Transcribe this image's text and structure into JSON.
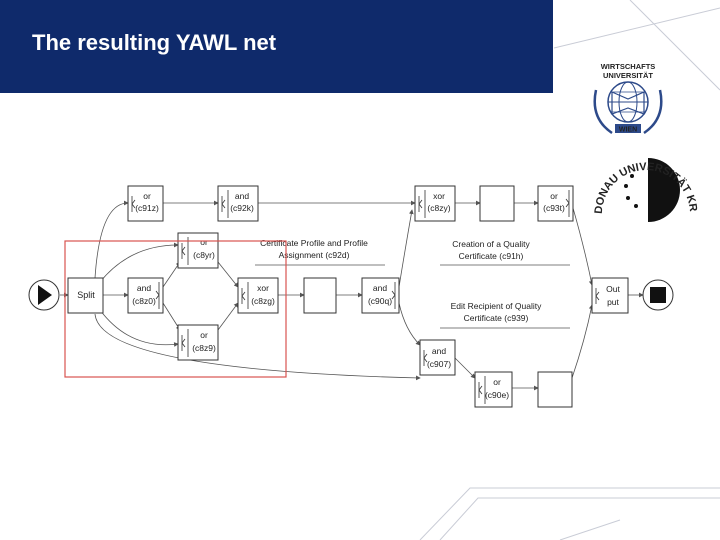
{
  "title": "The resulting YAWL net",
  "logos": {
    "wu": {
      "line1": "WIRTSCHAFTS",
      "line2": "UNIVERSITÄT",
      "banner": "WIEN"
    },
    "donau": {
      "text": "DONAU UNIVERSITÄT KREMS"
    }
  },
  "nodes": {
    "split": "Split",
    "or_c91z": {
      "type": "or",
      "id": "(c91z)"
    },
    "and_c92k": {
      "type": "and",
      "id": "(c92k)"
    },
    "or_c8yr": {
      "type": "or",
      "id": "(c8yr)"
    },
    "and_c8z0": {
      "type": "and",
      "id": "(c8z0)"
    },
    "or_c8z9": {
      "type": "or",
      "id": "(c8z9)"
    },
    "xor_c8zg": {
      "type": "xor",
      "id": "(c8zg)"
    },
    "and_c90q": {
      "type": "and",
      "id": "(c90q)"
    },
    "xor_c8zy": {
      "type": "xor",
      "id": "(c8zy)"
    },
    "or_c93t": {
      "type": "or",
      "id": "(c93t)"
    },
    "and_c907": {
      "type": "and",
      "id": "(c907)"
    },
    "or_c90e": {
      "type": "or",
      "id": "(c90e)"
    },
    "output": {
      "line1": "Out",
      "line2": "put"
    }
  },
  "labels": {
    "cert_profile": {
      "line1": "Certificate Profile and Profile",
      "line2": "Assignment (c92d)"
    },
    "creation": {
      "line1": "Creation of a Quality",
      "line2": "Certificate (c91h)"
    },
    "edit_recipient": {
      "line1": "Edit Recipient of Quality",
      "line2": "Certificate (c939)"
    }
  },
  "colors": {
    "header": "#0f2a6b",
    "highlight": "#d9534f",
    "logo_blue": "#2d4a8a"
  }
}
